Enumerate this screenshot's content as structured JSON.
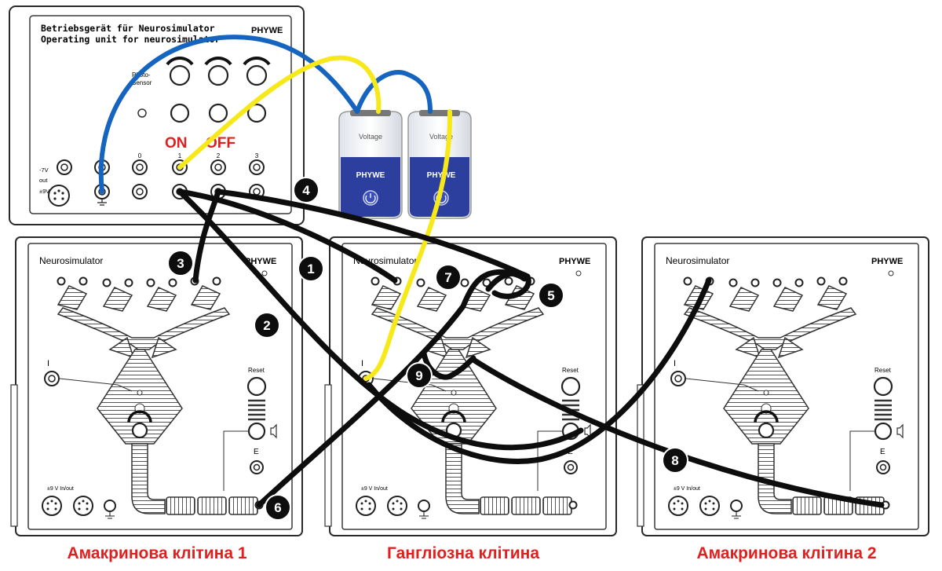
{
  "colors": {
    "accent_red": "#e02020",
    "wire_black": "#0d0d0d",
    "wire_blue": "#1565c0",
    "wire_yellow": "#f7e81a",
    "sensor_blue": "#2c3e9e"
  },
  "operating_unit": {
    "title_de": "Betriebsgerät für Neurosimulator",
    "title_en": "Operating unit for neurosimulator",
    "brand": "PHYWE",
    "photo_label": "Photo-",
    "sensor_label": "Sensor",
    "on_label": "ON",
    "off_label": "OFF",
    "channel_labels": [
      "0",
      "1",
      "2",
      "3"
    ],
    "left_labels": [
      "-7V",
      "out",
      "±9V"
    ]
  },
  "sensors": [
    {
      "label": "Voltage",
      "brand": "PHYWE"
    },
    {
      "label": "Voltage",
      "brand": "PHYWE"
    }
  ],
  "simulators": [
    {
      "title": "Neurosimulator",
      "brand": "PHYWE",
      "reset": "Reset",
      "inout": "±9 V In/out",
      "i_label": "I",
      "e_label": "E",
      "caption": "Амакринова клітина 1"
    },
    {
      "title": "Neurosimulator",
      "brand": "PHYWE",
      "reset": "Reset",
      "inout": "±9 V In/out",
      "i_label": "I",
      "e_label": "E",
      "caption": "Гангліозна клітина"
    },
    {
      "title": "Neurosimulator",
      "brand": "PHYWE",
      "reset": "Reset",
      "inout": "±9 V In/out",
      "i_label": "I",
      "e_label": "E",
      "caption": "Амакринова клітина 2"
    }
  ],
  "wire_numbers": [
    "1",
    "2",
    "3",
    "4",
    "5",
    "6",
    "7",
    "8",
    "9"
  ]
}
